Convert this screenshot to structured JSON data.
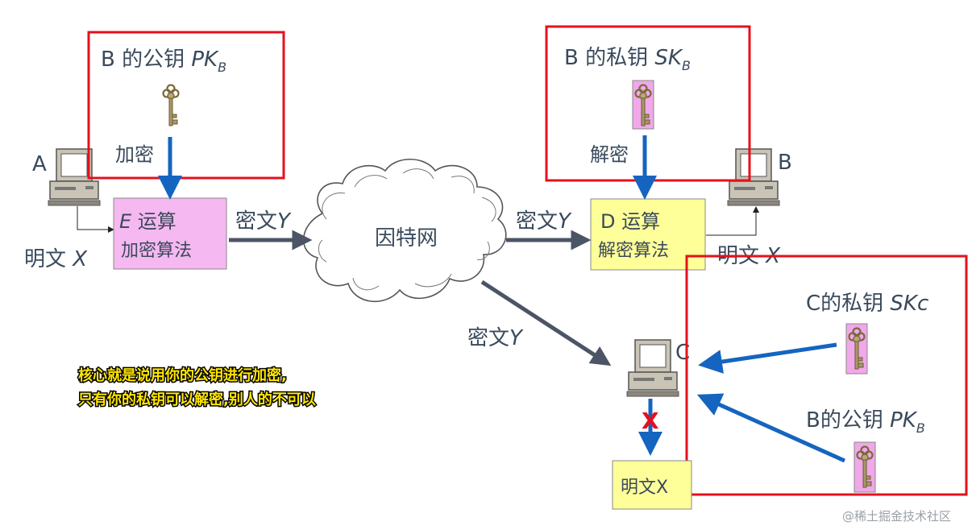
{
  "colors": {
    "highlight_box": "#e5101d",
    "blue_arrow": "#1565c0",
    "flow_arrow": "#4b5566",
    "encrypt_box": "#f6b8f0",
    "decrypt_box": "#ffff99",
    "note_fill": "#ffe600"
  },
  "panel_public": {
    "prefix": "B 的公钥 ",
    "key": "PK",
    "sub": "B",
    "action": "加密",
    "key_icon": "key-icon"
  },
  "panel_private": {
    "prefix": "B 的私钥 ",
    "key": "SK",
    "sub": "B",
    "action": "解密",
    "key_icon": "key-icon"
  },
  "sender": {
    "label": "A",
    "plaintext": "明文 ",
    "plaintext_var": "X"
  },
  "receiver": {
    "label": "B",
    "plaintext": "明文 ",
    "plaintext_var": "X"
  },
  "encrypt_box": {
    "line1_var": "E",
    "line1": " 运算",
    "line2": "加密算法"
  },
  "decrypt_box": {
    "line1": "D 运算",
    "line2": "解密算法"
  },
  "cloud": {
    "label": "因特网"
  },
  "ciphertext": {
    "text": "密文",
    "var": "Y"
  },
  "attacker": {
    "label": "C",
    "key1_prefix": "C的私钥 ",
    "key1": "SKc",
    "key2_prefix": "B的公钥 ",
    "key2": "PK",
    "key2_sub": "B",
    "blocked_mark": "X",
    "result": "明文X"
  },
  "note": {
    "line1": "核心就是说用你的公钥进行加密,",
    "line2": "只有你的私钥可以解密,别人的不可以"
  },
  "watermark": "@稀土掘金技术社区"
}
